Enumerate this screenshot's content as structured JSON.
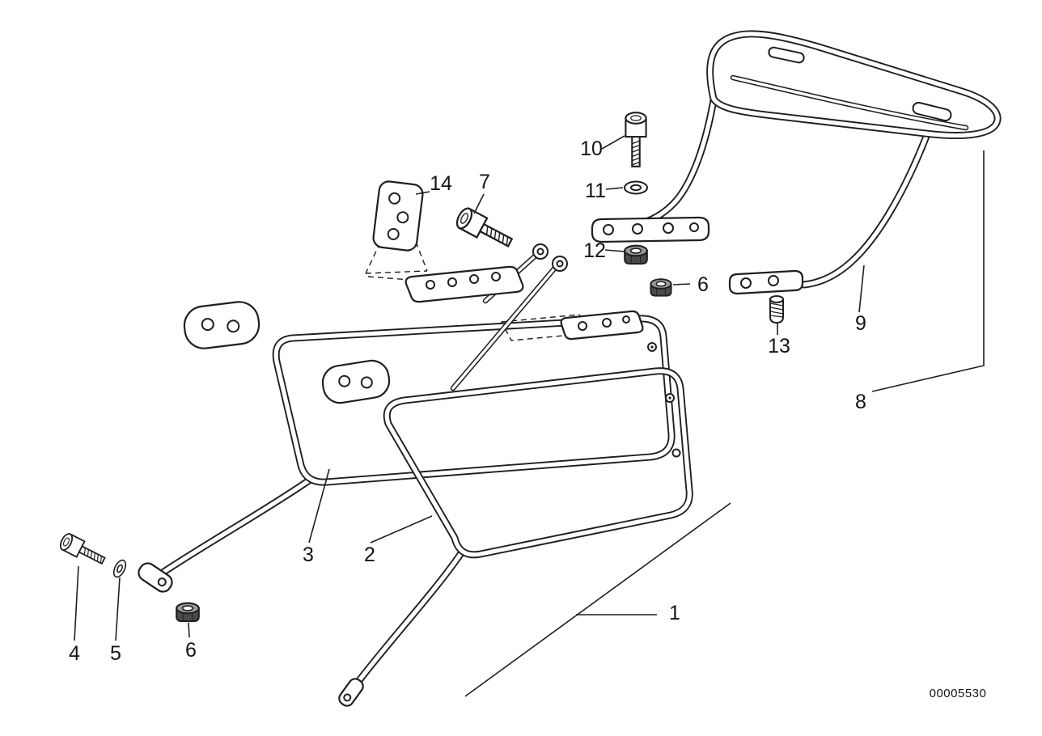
{
  "page": {
    "background": "#ffffff",
    "ink": "#1f1f1f"
  },
  "diagram": {
    "drawing_number": "00005530",
    "callouts": [
      {
        "label": "14"
      },
      {
        "label": "7"
      },
      {
        "label": "10"
      },
      {
        "label": "11"
      },
      {
        "label": "12"
      },
      {
        "label": "6"
      },
      {
        "label": "13"
      },
      {
        "label": "9"
      },
      {
        "label": "8"
      },
      {
        "label": "3"
      },
      {
        "label": "2"
      },
      {
        "label": "1"
      },
      {
        "label": "4"
      },
      {
        "label": "5"
      },
      {
        "label": "6"
      }
    ]
  }
}
